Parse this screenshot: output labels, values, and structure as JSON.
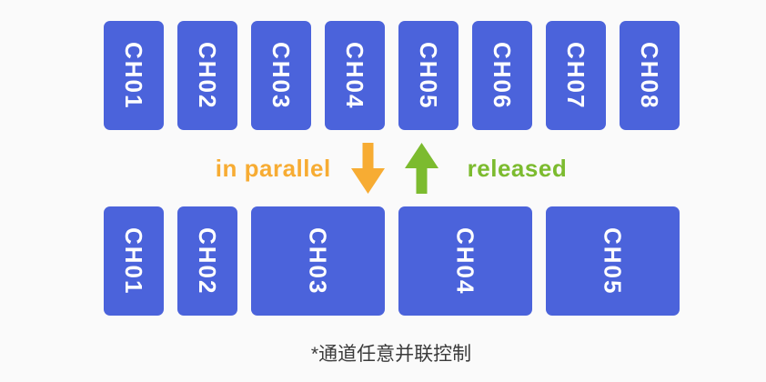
{
  "colors": {
    "background": "#FAFAFA",
    "card-blue": "#4B63DB",
    "accent-orange": "#F7AC33",
    "accent-green": "#7CBB2F",
    "note-text": "#3B3B3B"
  },
  "top_row": {
    "channels": [
      {
        "label": "CH01"
      },
      {
        "label": "CH02"
      },
      {
        "label": "CH03"
      },
      {
        "label": "CH04"
      },
      {
        "label": "CH05"
      },
      {
        "label": "CH06"
      },
      {
        "label": "CH07"
      },
      {
        "label": "CH08"
      }
    ]
  },
  "middle": {
    "in_parallel_label": "in parallel",
    "released_label": "released",
    "icons": {
      "in_parallel": "down-arrow",
      "released": "up-arrow"
    }
  },
  "bottom_row": {
    "channels": [
      {
        "label": "CH01",
        "wide": false
      },
      {
        "label": "CH02",
        "wide": false
      },
      {
        "label": "CH03",
        "wide": true
      },
      {
        "label": "CH04",
        "wide": true
      },
      {
        "label": "CH05",
        "wide": true
      }
    ]
  },
  "footnote": "*通道任意并联控制"
}
